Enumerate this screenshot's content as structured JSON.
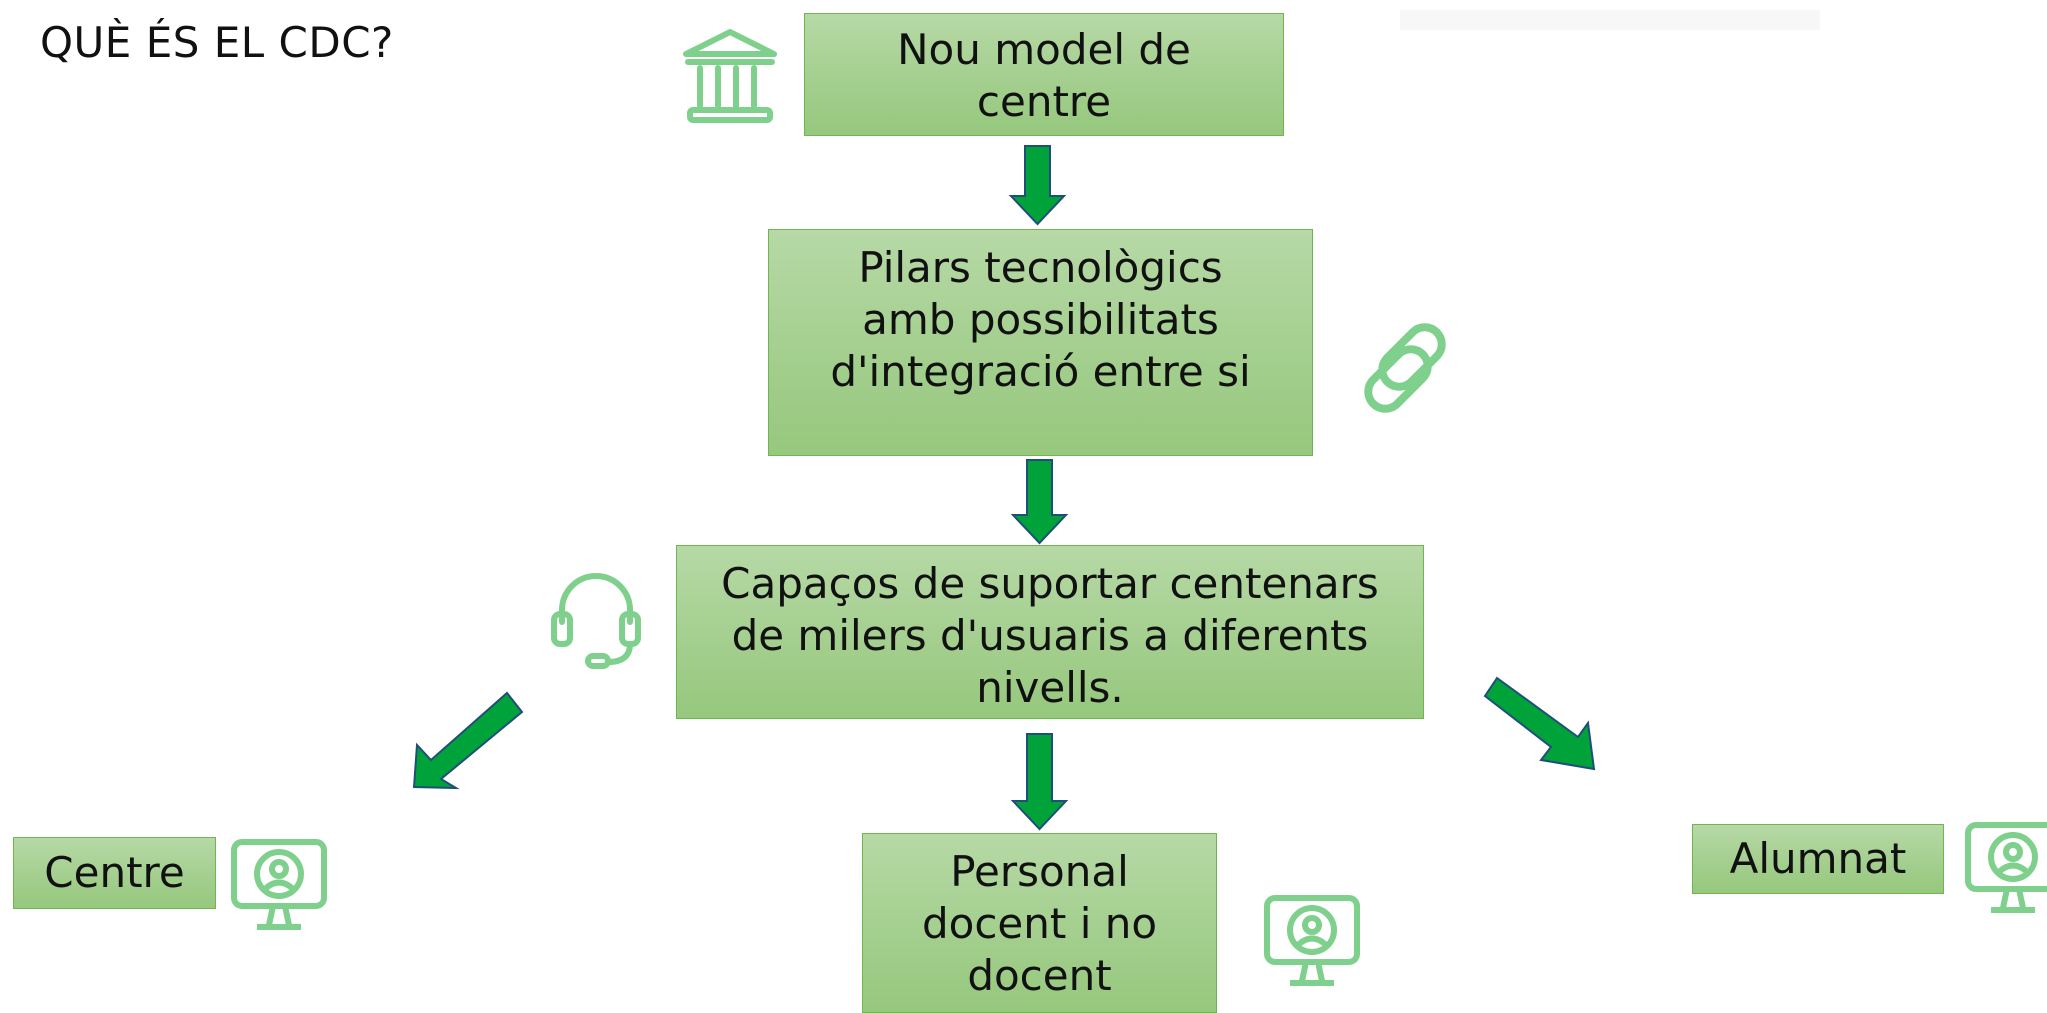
{
  "title": "QUÈ ÉS EL CDC?",
  "nodes": {
    "model": "Nou model de centre",
    "pilars": "Pilars tecnològics amb possibilitats d'integració entre si",
    "capacos": "Capaços de suportar centenars de milers d'usuaris a diferents nivells.",
    "centre": "Centre",
    "personal": "Personal docent i no docent",
    "alumnat": "Alumnat"
  },
  "icons": [
    "building-icon",
    "link-icon",
    "headset-icon",
    "monitor-user-icon"
  ],
  "colors": {
    "box_fill": "#a8d08d",
    "box_border": "#6fb651",
    "arrow_fill": "#00a33a",
    "arrow_stroke": "#1f4e79",
    "icon": "#7fd08c"
  }
}
